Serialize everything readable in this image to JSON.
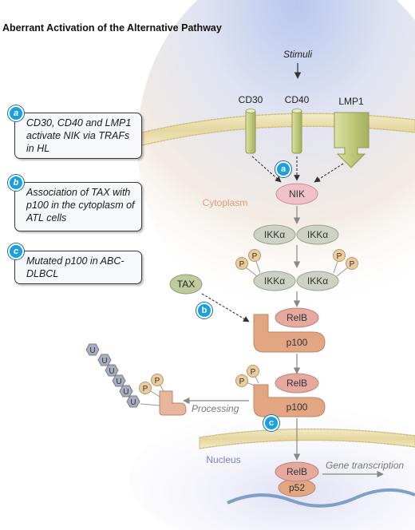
{
  "title": "Aberrant Activation of the Alternative Pathway",
  "notes": [
    {
      "badge": "a",
      "text": "CD30, CD40 and LMP1 activate NIK via TRAFs in HL"
    },
    {
      "badge": "b",
      "text": "Association of TAX with p100 in the cytoplasm of ATL cells"
    },
    {
      "badge": "c",
      "text": "Mutated p100 in ABC-DLBCL"
    }
  ],
  "labels": {
    "stimuli": "Stimuli",
    "cd30": "CD30",
    "cd40": "CD40",
    "lmp1": "LMP1",
    "cytoplasm": "Cytoplasm",
    "nucleus": "Nucleus",
    "nik": "NIK",
    "ikka": "IKKα",
    "p": "P",
    "u": "U",
    "tax": "TAX",
    "relb": "RelB",
    "p100": "p100",
    "p52": "p52",
    "processing": "Processing",
    "gene_transcription": "Gene transcription",
    "badge_a": "a",
    "badge_b": "b",
    "badge_c": "c"
  },
  "colors": {
    "membrane": "#d8c98a",
    "receptor": "#c3cd82",
    "nik": "#eec2c8",
    "ikk": "#cdd2c4",
    "phospho": "#ebcc9c",
    "relb": "#e6a9a0",
    "p100": "#e2a683",
    "ubiquitin": "#a9aebf",
    "tax": "#bfcb9c",
    "badge": "#1aa0e0",
    "dna": "#7f9fc8"
  }
}
